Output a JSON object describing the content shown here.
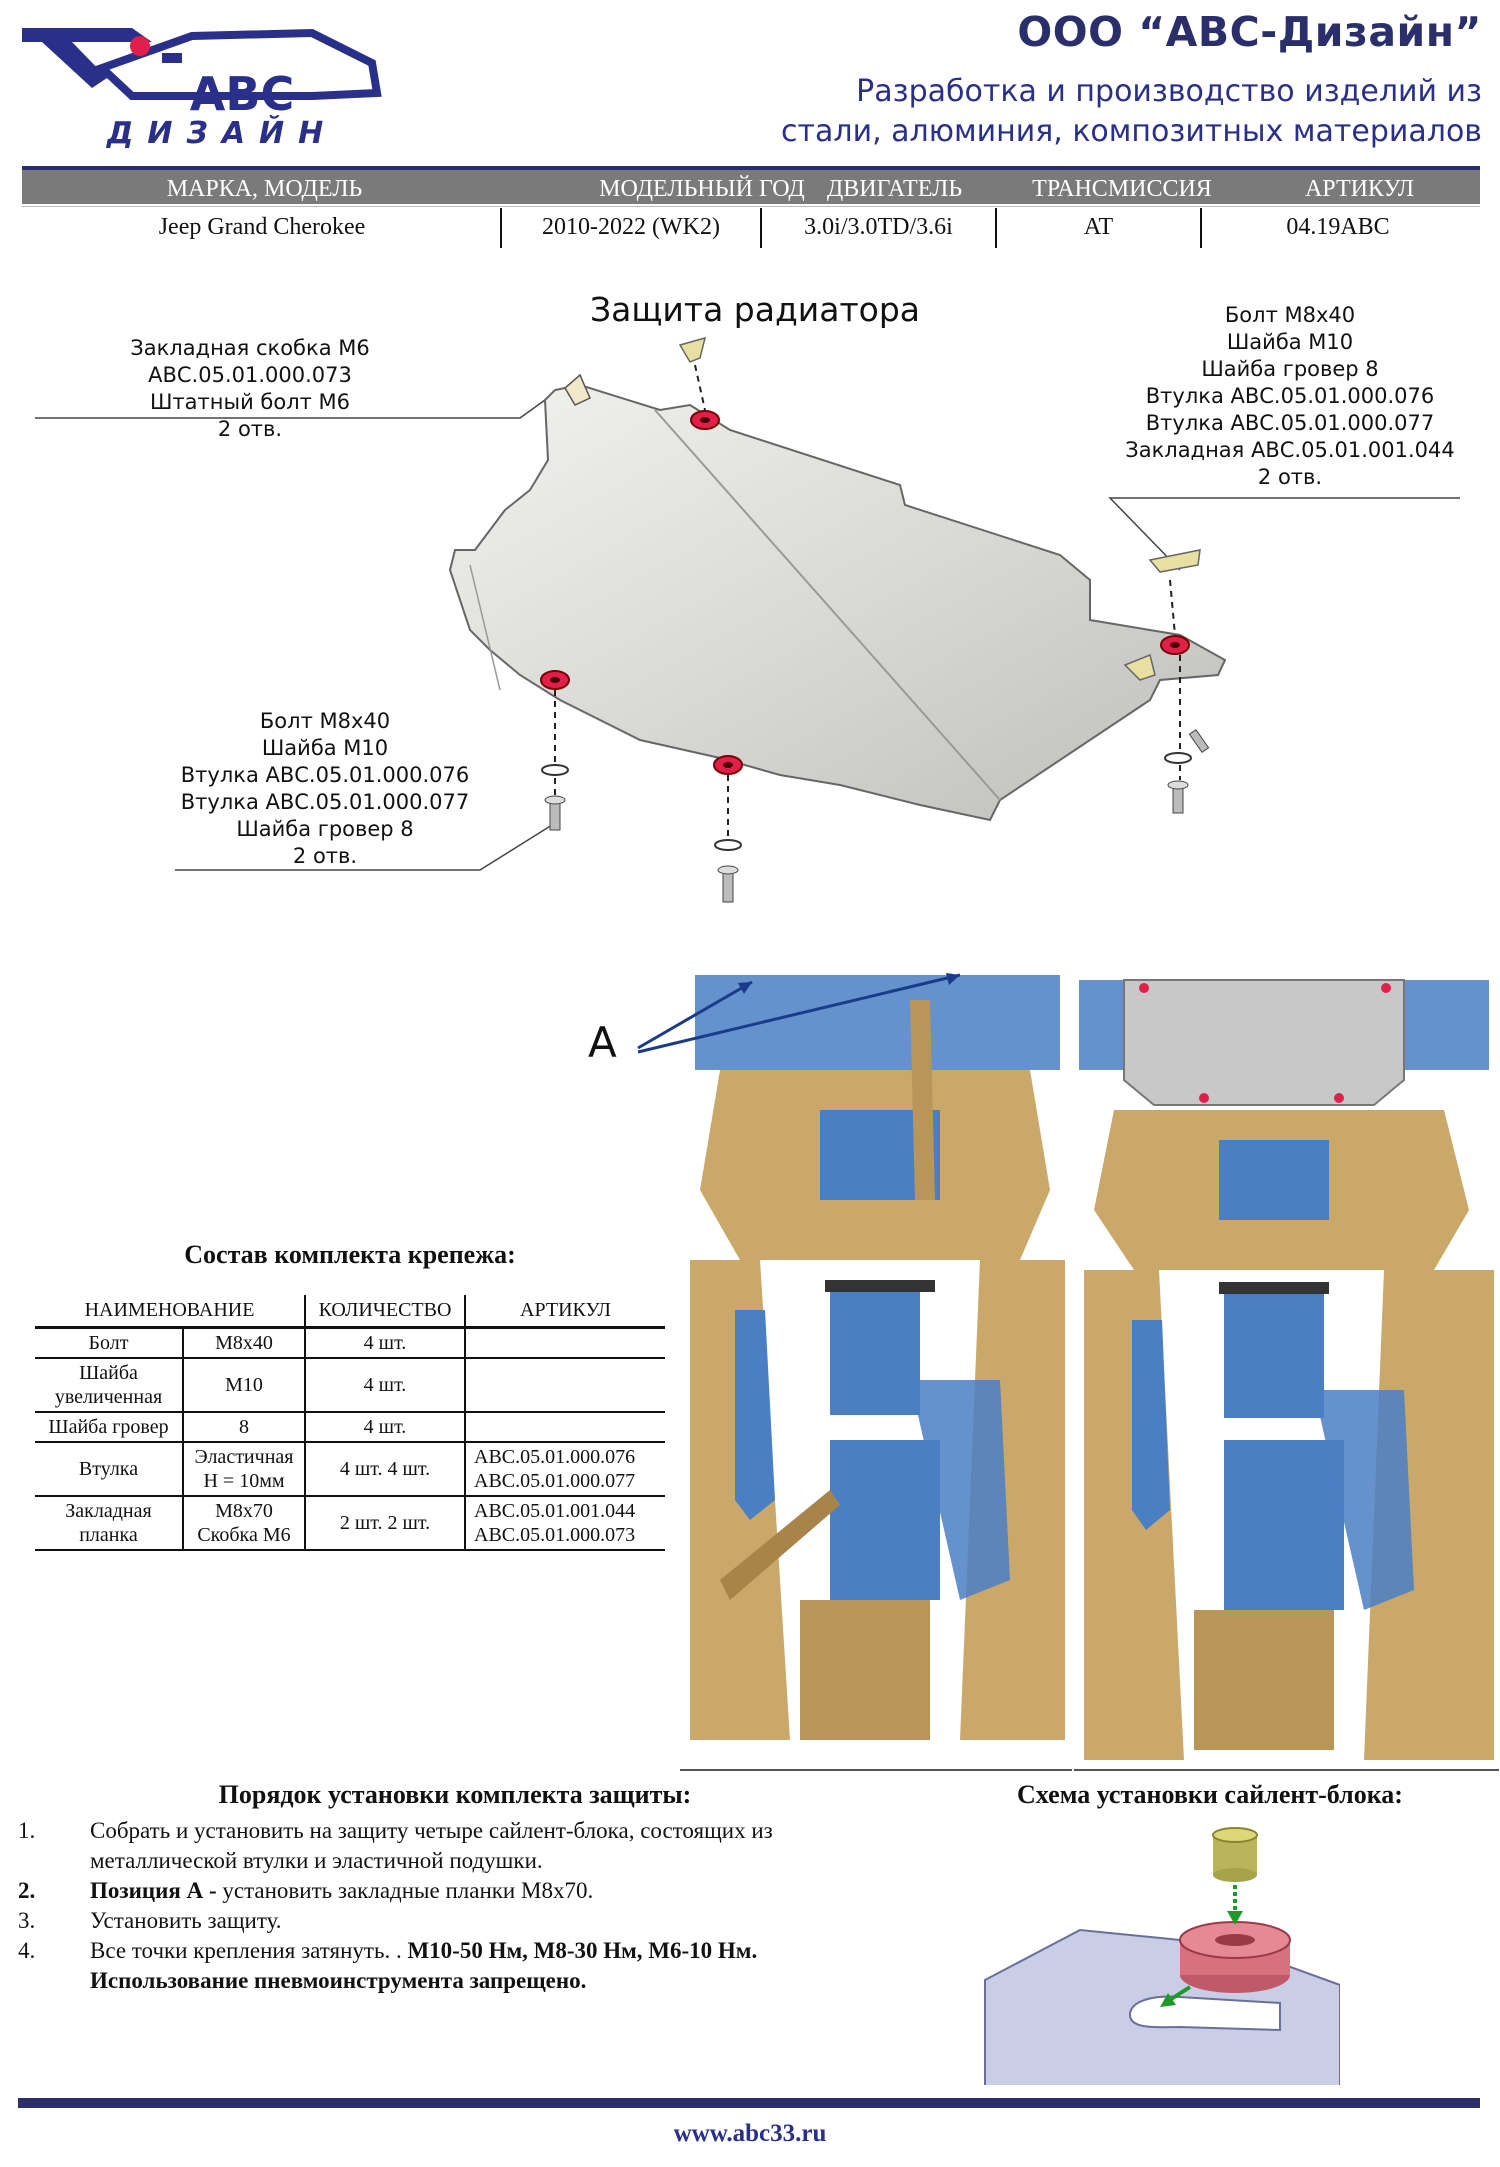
{
  "header": {
    "logo_text_1": "АВС",
    "logo_text_2": "ДИЗАЙН",
    "company_name": "ООО “АВС-Дизайн”",
    "tagline_line1": "Разработка и производство изделий из",
    "tagline_line2": "стали, алюминия, композитных материалов",
    "brand_color": "#2a2f6b"
  },
  "spec_table": {
    "columns": [
      "МАРКА, МОДЕЛЬ",
      "МОДЕЛЬНЫЙ ГОД",
      "ДВИГАТЕЛЬ",
      "ТРАНСМИССИЯ",
      "АРТИКУЛ"
    ],
    "values": [
      "Jeep Grand Cherokee",
      "2010-2022 (WK2)",
      "3.0i/3.0TD/3.6i",
      "AT",
      "04.19ABC"
    ]
  },
  "diagram": {
    "title": "Защита радиатора",
    "callout_top_left": [
      "Закладная скобка М6 АВС.05.01.000.073",
      "Штатный болт М6",
      "2 отв."
    ],
    "callout_top_right": [
      "Болт М8х40",
      "Шайба М10",
      "Шайба гровер 8",
      "Втулка АВС.05.01.000.076",
      "Втулка АВС.05.01.000.077",
      "Закладная АВС.05.01.001.044",
      "2 отв."
    ],
    "callout_bottom_left": [
      "Болт М8х40",
      "Шайба М10",
      "Втулка АВС.05.01.000.076",
      "Втулка АВС.05.01.000.077",
      "Шайба гровер 8",
      "2 отв."
    ]
  },
  "kit": {
    "title": "Состав комплекта крепежа:",
    "columns": [
      "НАИМЕНОВАНИЕ",
      "",
      "КОЛИЧЕСТВО",
      "АРТИКУЛ"
    ],
    "rows": [
      {
        "name": "Болт",
        "spec": "М8х40",
        "qty": "4 шт.",
        "article": ""
      },
      {
        "name": "Шайба увеличенная",
        "spec": "М10",
        "qty": "4 шт.",
        "article": ""
      },
      {
        "name": "Шайба гровер",
        "spec": "8",
        "qty": "4 шт.",
        "article": ""
      },
      {
        "name": "Втулка",
        "spec": "Эластичная Н = 10мм",
        "qty": "4 шт. 4 шт.",
        "article": "АВС.05.01.000.076 АВС.05.01.000.077"
      },
      {
        "name": "Закладная планка",
        "spec": "М8х70 Скобка М6",
        "qty": "2 шт. 2 шт.",
        "article": "АВС.05.01.001.044 АВС.05.01.000.073"
      }
    ]
  },
  "views": {
    "marker": "A",
    "underbody_colors": {
      "frame": "#c9a86a",
      "components": "#4a7fc4",
      "plate": "#c8c8c8",
      "bolt": "#e0204a"
    }
  },
  "procedure": {
    "title": "Порядок установки комплекта защиты:",
    "steps": [
      {
        "num": "1.",
        "text": "Собрать и установить на защиту четыре сайлент-блока, состоящих из металлической втулки и эластичной подушки."
      },
      {
        "num": "2.",
        "bold": "Позиция А -",
        "text": " установить закладные планки М8х70."
      },
      {
        "num": "3.",
        "text": "Установить защиту."
      },
      {
        "num": "4.",
        "text": "Все точки крепления затянуть. . ",
        "bold": "М10-50 Нм, М8-30 Нм, М6-10 Нм.",
        "bold2": "Использование пневмоинструмента запрещено."
      }
    ]
  },
  "scheme": {
    "title": "Схема установки сайлент-блока:"
  },
  "footer": {
    "url": "www.abc33.ru"
  }
}
